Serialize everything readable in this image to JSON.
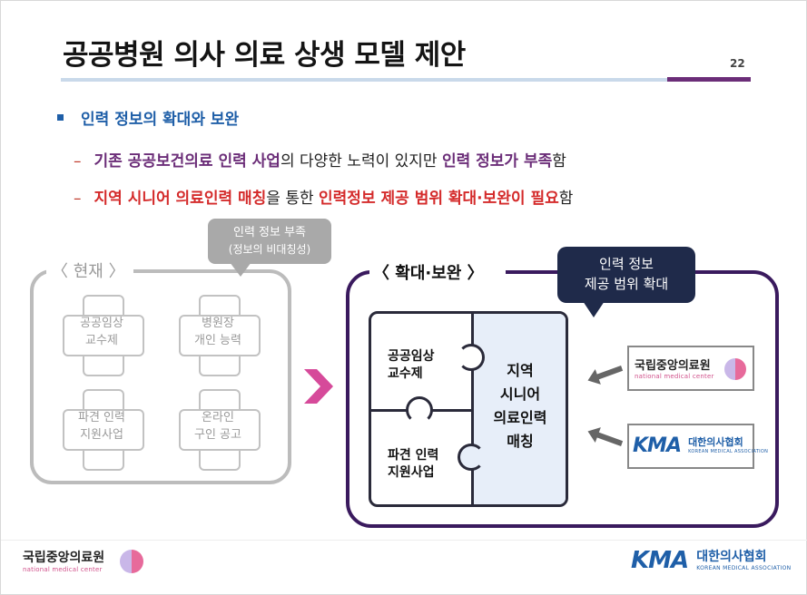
{
  "slide": {
    "title": "공공병원 의사 의료 상생 모델 제안",
    "page_number": "22"
  },
  "bullet": {
    "text": "인력 정보의 확대와 보완"
  },
  "sub1": {
    "dash": "–",
    "a": "기존 공공보건의료 인력 사업",
    "b": "의 다양한 노력이 있지만 ",
    "c": "인력 정보가 부족",
    "d": "함"
  },
  "sub2": {
    "dash": "–",
    "a": "지역 시니어 의료인력 매칭",
    "b": "을 통한 ",
    "c": "인력정보 제공 범위 확대·보완이 필요",
    "d": "함"
  },
  "current": {
    "label": "〈 현재 〉",
    "bubble_line1": "인력 정보 부족",
    "bubble_line2": "(정보의 비대칭성)",
    "items": [
      {
        "line1": "공공임상",
        "line2": "교수제"
      },
      {
        "line1": "병원장",
        "line2": "개인 능력"
      },
      {
        "line1": "파견 인력",
        "line2": "지원사업"
      },
      {
        "line1": "온라인",
        "line2": "구인 공고"
      }
    ]
  },
  "expansion": {
    "label": "〈 확대·보완 〉",
    "bubble_line1": "인력 정보",
    "bubble_line2": "제공 범위 확대",
    "puzzle": {
      "top_left_line1": "공공임상",
      "top_left_line2": "교수제",
      "bottom_left_line1": "파견 인력",
      "bottom_left_line2": "지원사업",
      "right_line1": "지역",
      "right_line2": "시니어",
      "right_line3": "의료인력",
      "right_line4": "매칭"
    }
  },
  "logos": {
    "nmc_name": "국립중앙의료원",
    "nmc_sub": "national medical center",
    "kma_mark": "KMA",
    "kma_name": "대한의사협회",
    "kma_sub": "KOREAN MEDICAL ASSOCIATION"
  },
  "colors": {
    "accent_blue": "#1f5fa8",
    "accent_purple": "#6b2d78",
    "accent_red": "#d42a2a",
    "navy": "#1f2a4a",
    "arrow_pink": "#d64a9a"
  }
}
